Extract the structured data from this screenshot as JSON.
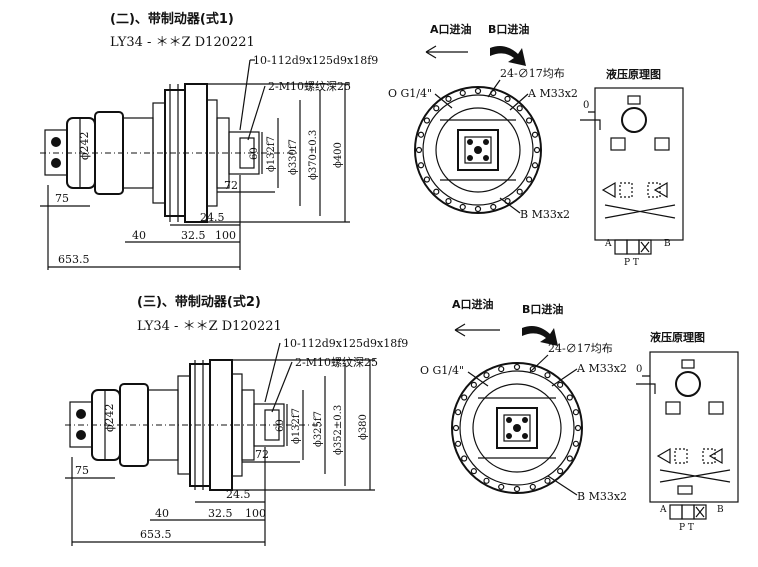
{
  "sections": [
    {
      "heading": "(二)、带制动器(式1)",
      "model": "LY34 - ＊＊Z D120221",
      "spline": "10-112d9x125d9x18f9",
      "holes": "2-M10螺纹深25",
      "dims": {
        "d242": "ϕ242",
        "d60": "60",
        "d132": "ϕ132f7",
        "d330": "ϕ330f7",
        "d370": "ϕ370±0.3",
        "d400": "ϕ400",
        "l72": "72",
        "l75": "75",
        "l24_5": "24.5",
        "l40": "40",
        "l32_5": "32.5",
        "l100": "100",
        "l653_5": "653.5"
      },
      "port_a_label": "A口进油",
      "port_b_label": "B口进油",
      "bolt_circle": "24-∅17均布",
      "port_o": "O G1/4\"",
      "port_a": "A M33x2",
      "port_b": "B M33x2",
      "hydraulic_title": "液压原理图",
      "valve_a": "A",
      "valve_b": "B",
      "valve_o": "0",
      "valve_pt": "P T"
    },
    {
      "heading": "(三)、带制动器(式2)",
      "model": "LY34 - ＊＊Z D120221",
      "spline": "10-112d9x125d9x18f9",
      "holes": "2-M10螺纹深25",
      "dims": {
        "d242": "ϕ242",
        "d60": "60",
        "d132": "ϕ132f7",
        "d325": "ϕ325f7",
        "d352": "ϕ352±0.3",
        "d380": "ϕ380",
        "l72": "72",
        "l75": "75",
        "l24_5": "24.5",
        "l40": "40",
        "l32_5": "32.5",
        "l100": "100",
        "l653_5": "653.5"
      },
      "port_a_label": "A口进油",
      "port_b_label": "B口进油",
      "bolt_circle": "24-∅17均布",
      "port_o": "O G1/4\"",
      "port_a": "A M33x2",
      "port_b": "B M33x2",
      "hydraulic_title": "液压原理图",
      "valve_a": "A",
      "valve_b": "B",
      "valve_o": "0",
      "valve_pt": "P T"
    }
  ]
}
